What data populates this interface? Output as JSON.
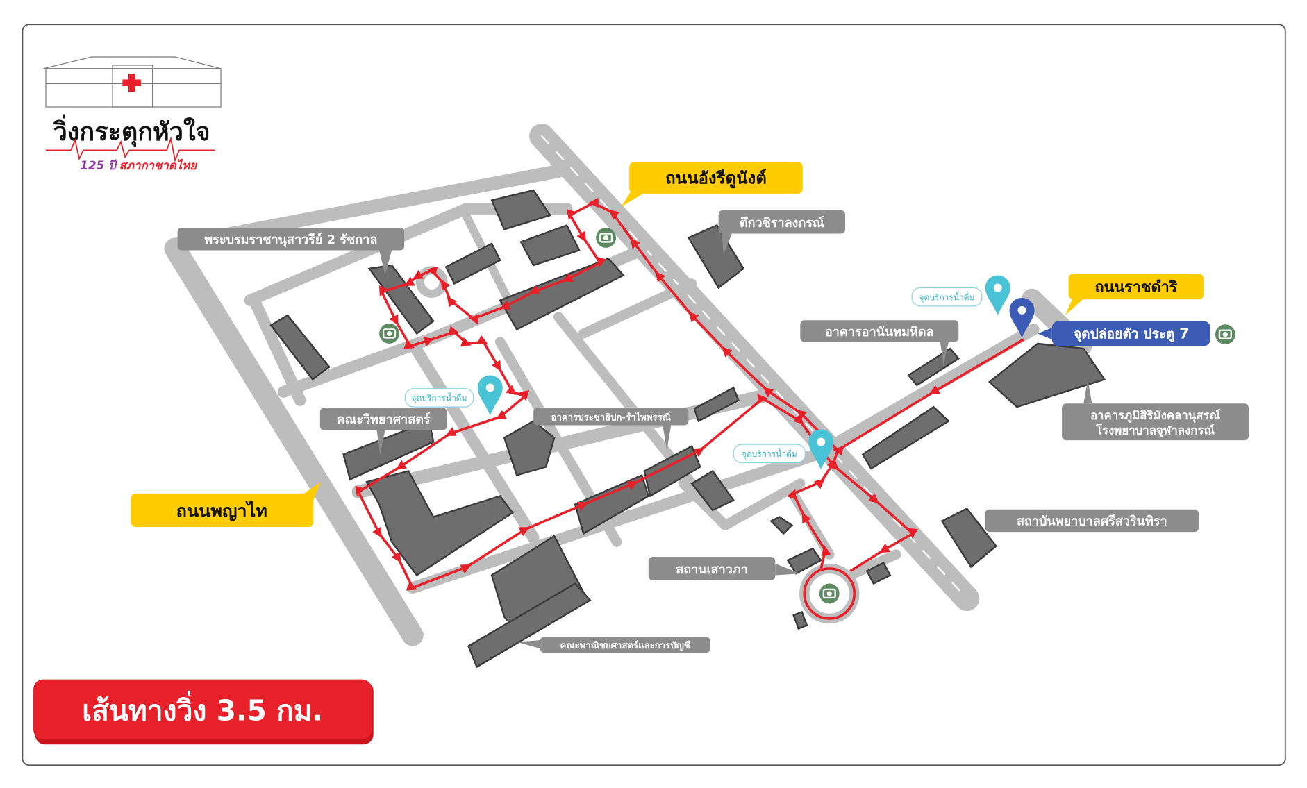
{
  "logo": {
    "title": "วิ่งกระตุกหัวใจ",
    "years": "125 ปี",
    "org": "สภากาชาดไทย"
  },
  "route_title": "เส้นทางวิ่ง 3.5 กม.",
  "roads": {
    "henri_dunant": "ถนนอังรีดูนังต์",
    "ratchadamri": "ถนนราชดำริ",
    "phaya_thai": "ถนนพญาไท"
  },
  "places": {
    "monument": "พระบรมราชานุสาวรีย์ 2 รัชกาล",
    "vachiralongkorn": "ตึกวชิราลงกรณ์",
    "ananda": "อาคารอานันทมหิดล",
    "start": "จุดปล่อยตัว ประตู 7",
    "science": "คณะวิทยาศาสตร์",
    "prajadhipok": "อาคารประชาธิปก-รำไพพรรณี",
    "bhumisiri_line1": "อาคารภูมิสิริมังคลานุสรณ์",
    "bhumisiri_line2": "โรงพยาบาลจุฬาลงกรณ์",
    "nursing": "สถาบันพยาบาลศรีสวรินทิรา",
    "saovabha": "สถานเสาวภา",
    "commerce": "คณะพาณิชยศาสตร์และการบัญชี"
  },
  "water_points": [
    "จุดบริการน้ำดื่ม",
    "จุดบริการน้ำดื่ม",
    "จุดบริการน้ำดื่ม"
  ],
  "colors": {
    "route": "#e8202a",
    "road": "#bdbdbd",
    "building": "#6e6e6e",
    "label_bg": "#8c8c8c",
    "road_label_bg": "#ffcc00",
    "start_pin": "#3b5bb5",
    "water_pin": "#4bc3d6",
    "camera": "#5e8a62"
  }
}
